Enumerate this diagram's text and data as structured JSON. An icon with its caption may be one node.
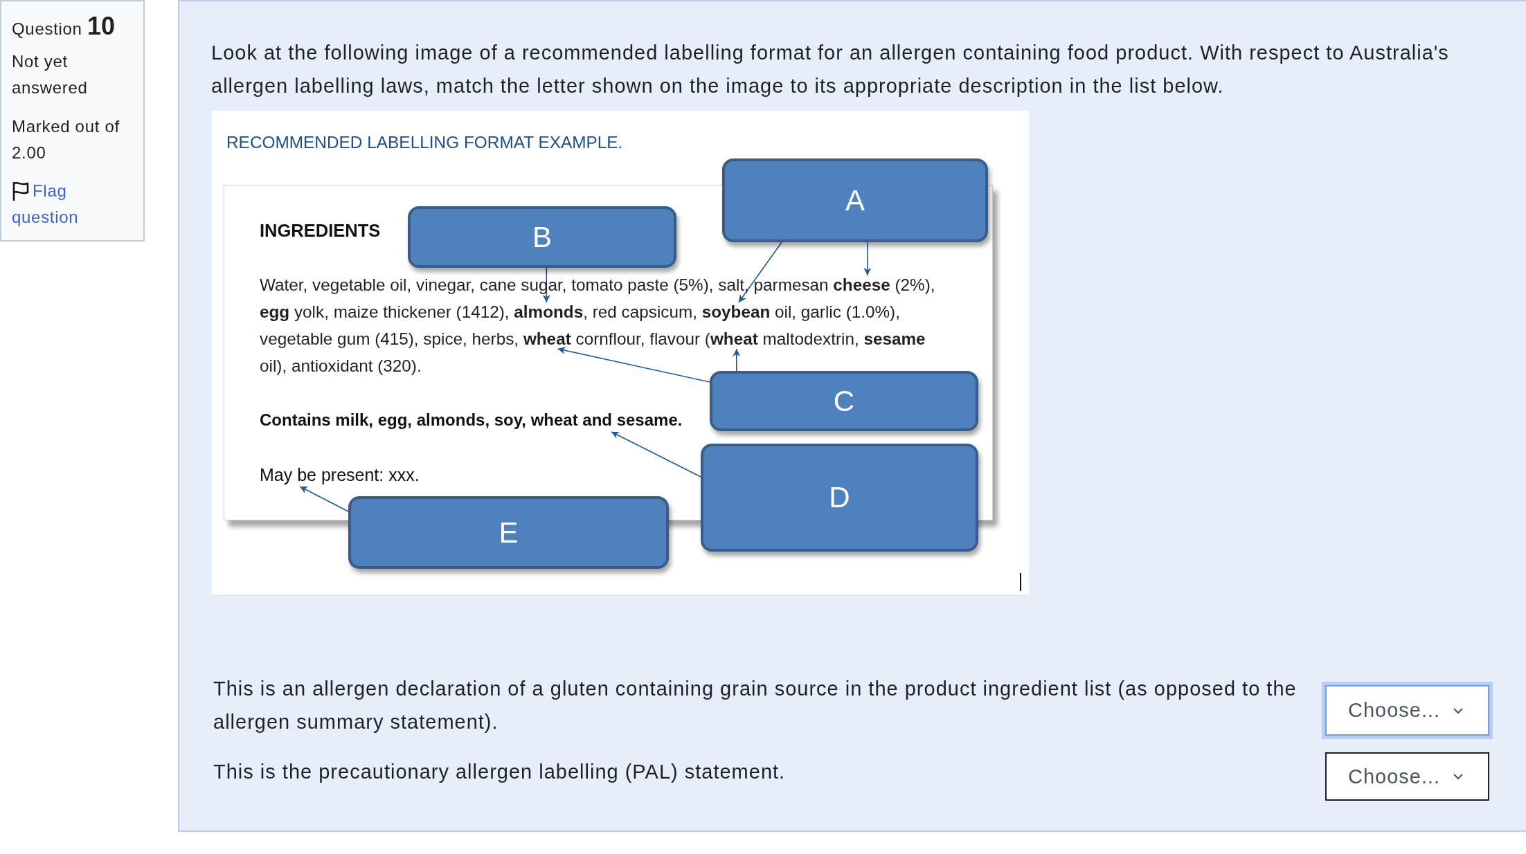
{
  "diagram": {
    "nodes": [
      {
        "text": [
          "A"
        ]
      },
      {
        "text": [
          "B"
        ]
      },
      {
        "text": [
          "Water, vegetable oil, vinegar, cane sugar, tomato paste (5%), salt, parmesan **cheese** (2%), **egg** yolk, maize thickener (1412), **almonds**, red capsicum, **soybean** oil, garlic (1.0%), vegetable gum (415), spice, herbs, **wheat** cornflour, flavour (**wheat** maltodextrin, **sesame** oil), antioxidant (320)."
        ]
      },
      {
        "text": [
          "C"
        ]
      },
      {
        "text": [
          "Contains milk, egg, almonds, soy, wheat and sesame."
        ]
      },
      {
        "text": [
          "D"
        ]
      },
      {
        "text": [
          "May be present: xxx."
        ]
      },
      {
        "text": [
          "E"
        ]
      }
    ],
    "edges": [
      {
        "from": 0,
        "to": 2,
        "arrow": "to"
      },
      {
        "from": 0,
        "to": 2,
        "arrow": "to"
      },
      {
        "from": 1,
        "to": 2,
        "arrow": "to"
      },
      {
        "from": 3,
        "to": 2,
        "arrow": "to"
      },
      {
        "from": 3,
        "to": 2,
        "arrow": "to"
      },
      {
        "from": 5,
        "to": 4,
        "arrow": "to"
      },
      {
        "from": 7,
        "to": 6,
        "arrow": "to"
      }
    ],
    "labels": [
      "Question **10**",
      "Not yet answered",
      "Marked out of 2.00",
      "Flag question",
      "Look at the following image of a recommended labelling format for an allergen containing food product. With respect to Australia's allergen labelling laws, match the letter shown on the image to its appropriate description in the list below.",
      "RECOMMENDED LABELLING FORMAT EXAMPLE.",
      "INGREDIENTS",
      "This is an allergen declaration of a gluten containing grain source in the product ingredient list (as opposed to the allergen summary statement).",
      "Choose...",
      "This is the precautionary allergen labelling (PAL) statement.",
      "Choose..."
    ]
  }
}
